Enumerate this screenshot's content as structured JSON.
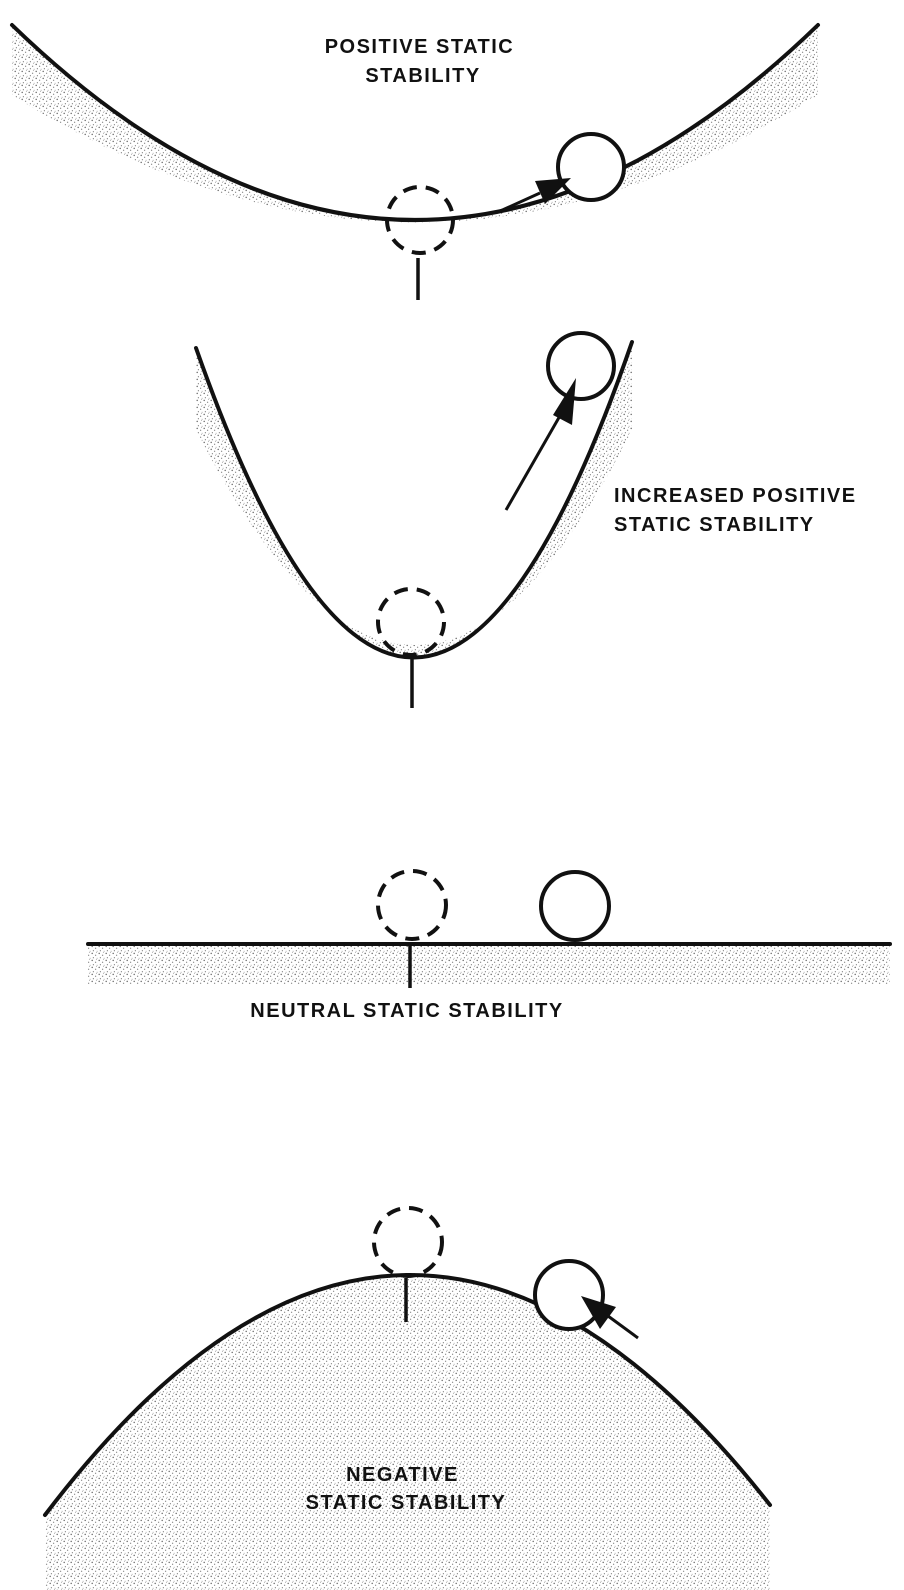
{
  "panels": [
    {
      "label_lines": [
        "POSITIVE STATIC",
        "STABILITY"
      ]
    },
    {
      "label_lines": [
        "INCREASED POSITIVE",
        "STATIC STABILITY"
      ]
    },
    {
      "label_lines": [
        "NEUTRAL STATIC STABILITY"
      ]
    },
    {
      "label_lines": [
        "NEGATIVE",
        "STATIC STABILITY"
      ]
    }
  ],
  "colors": {
    "ink": "#111111",
    "stipple": "#9a9a9a",
    "background": "#ffffff"
  }
}
